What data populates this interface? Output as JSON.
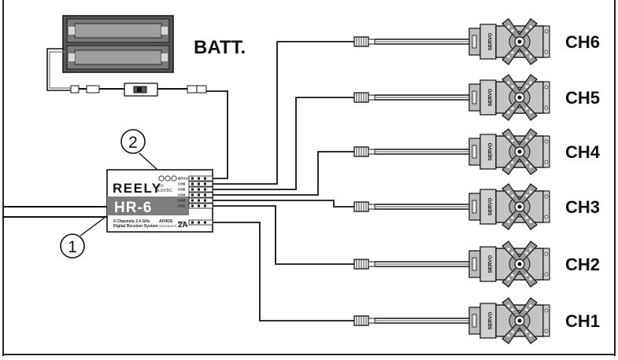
{
  "battery": {
    "label": "BATT."
  },
  "receiver": {
    "brand": "REELY",
    "model": "HR-6",
    "voltage_line1": "4.0-",
    "voltage_line2": "6.5V/DC",
    "system_line1": "6 Channels 2.4 GHz",
    "system_line2": "Digital Receiver System",
    "afhds": "AFHDS",
    "afhds_sub": "INTEGRATED",
    "mode": "2A",
    "pin_labels": [
      "B/VCC",
      "CH6",
      "CH5",
      "CH4",
      "CH3",
      "CH2",
      "CH1"
    ]
  },
  "callouts": [
    "1",
    "2"
  ],
  "servo_label": "SERVO",
  "channels": [
    "CH6",
    "CH5",
    "CH4",
    "CH3",
    "CH2",
    "CH1"
  ]
}
